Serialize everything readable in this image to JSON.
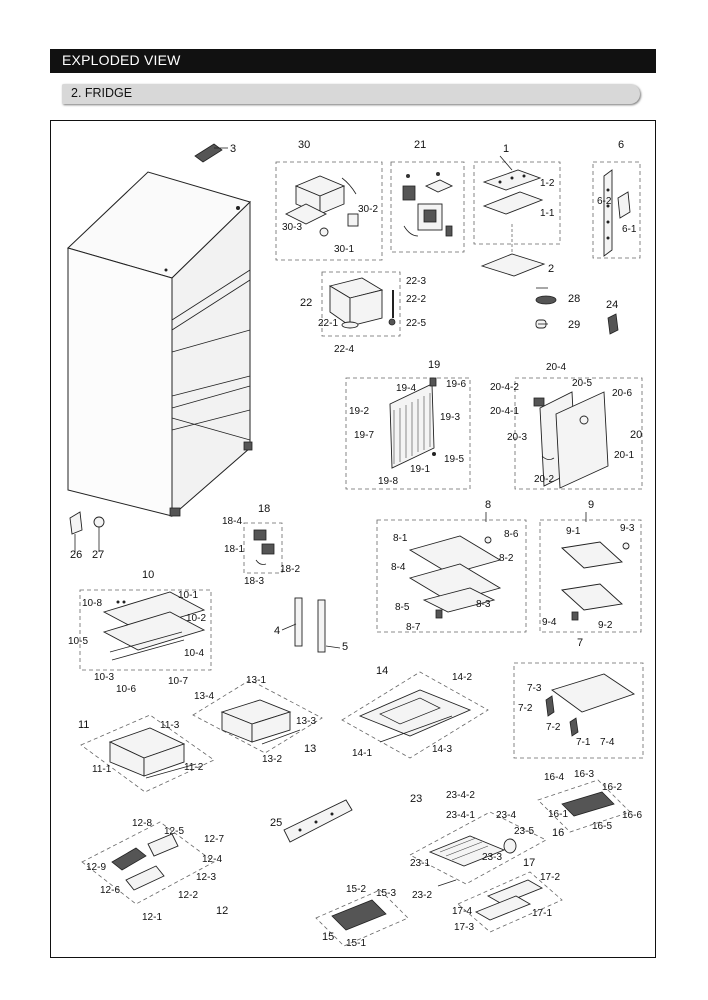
{
  "header": {
    "title": "EXPLODED VIEW"
  },
  "subheader": {
    "title": "2. FRIDGE"
  },
  "labels": [
    "3",
    "30",
    "30-2",
    "30-3",
    "30-1",
    "21",
    "1",
    "1-2",
    "1-1",
    "2",
    "6",
    "6-2",
    "6-1",
    "22",
    "22-3",
    "22-2",
    "22-1",
    "22-5",
    "22-4",
    "28",
    "29",
    "24",
    "19",
    "19-4",
    "19-6",
    "19-2",
    "19-3",
    "19-7",
    "19-5",
    "19-1",
    "19-8",
    "20-4",
    "20-4-2",
    "20-5",
    "20-6",
    "20-4-1",
    "20-3",
    "20",
    "20-1",
    "20-2",
    "26",
    "27",
    "18",
    "18-4",
    "18-1",
    "18-3",
    "18-2",
    "8",
    "8-6",
    "8-1",
    "8-2",
    "8-4",
    "8-3",
    "8-5",
    "8-7",
    "9",
    "9-1",
    "9-3",
    "9-4",
    "9-2",
    "10",
    "10-8",
    "10-1",
    "10-2",
    "10-5",
    "10-4",
    "10-3",
    "10-6",
    "10-7",
    "4",
    "5",
    "7",
    "7-3",
    "7-2",
    "7-2",
    "7-1",
    "7-4",
    "13-1",
    "13-4",
    "13-3",
    "13",
    "13-2",
    "14",
    "14-2",
    "14-1",
    "14-3",
    "11",
    "11-3",
    "11-1",
    "11-2",
    "16-4",
    "16-3",
    "16-2",
    "16-1",
    "16-5",
    "16-6",
    "16",
    "23",
    "23-4-2",
    "23-4-1",
    "23-4",
    "23-5",
    "23-3",
    "23-1",
    "23-2",
    "25",
    "12-8",
    "12-5",
    "12-7",
    "12-4",
    "12-9",
    "12-3",
    "12-6",
    "12-2",
    "12-1",
    "12",
    "17",
    "17-2",
    "17-4",
    "17-1",
    "17-3",
    "15-2",
    "15-3",
    "15",
    "15-1"
  ]
}
